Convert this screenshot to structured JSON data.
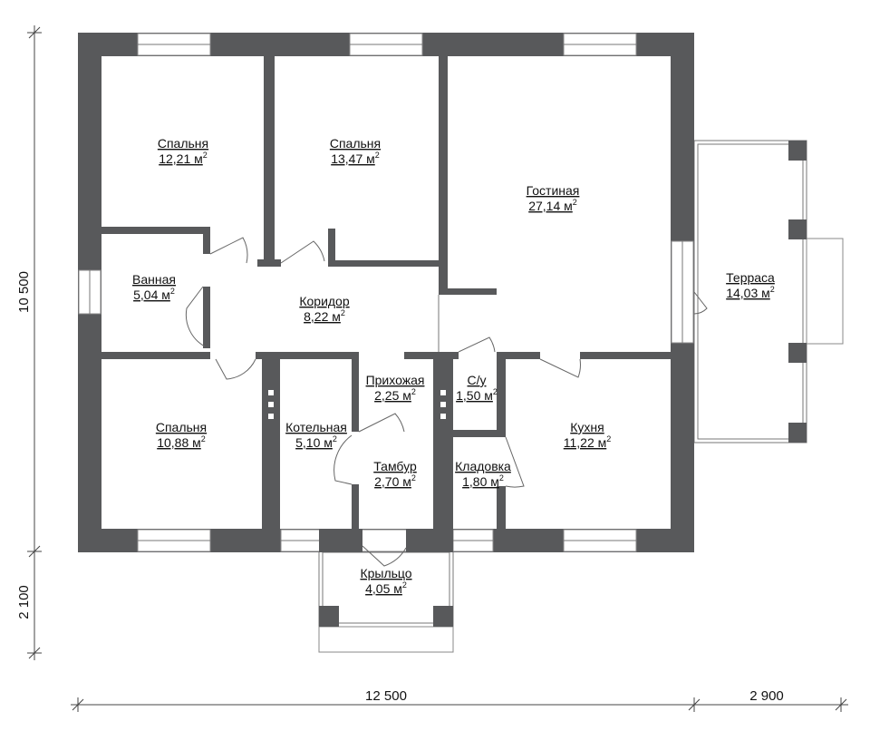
{
  "rooms": [
    {
      "name": "Спальня",
      "area": "12,21 м",
      "sup": "2"
    },
    {
      "name": "Спальня",
      "area": "13,47 м",
      "sup": "2"
    },
    {
      "name": "Гостиная",
      "area": "27,14 м",
      "sup": "2"
    },
    {
      "name": "Терраса",
      "area": "14,03 м",
      "sup": "2"
    },
    {
      "name": "Ванная",
      "area": "5,04 м",
      "sup": "2"
    },
    {
      "name": "Коридор",
      "area": "8,22 м",
      "sup": "2"
    },
    {
      "name": "Прихожая",
      "area": "2,25 м",
      "sup": "2"
    },
    {
      "name": "С/у",
      "area": "1,50 м",
      "sup": "2"
    },
    {
      "name": "Спальня",
      "area": "10,88 м",
      "sup": "2"
    },
    {
      "name": "Котельная",
      "area": "5,10 м",
      "sup": "2"
    },
    {
      "name": "Тамбур",
      "area": "2,70 м",
      "sup": "2"
    },
    {
      "name": "Кладовка",
      "area": "1,80 м",
      "sup": "2"
    },
    {
      "name": "Кухня",
      "area": "11,22 м",
      "sup": "2"
    },
    {
      "name": "Крыльцо",
      "area": "4,05 м",
      "sup": "2"
    }
  ],
  "dimensions": {
    "height_main": "10 500",
    "height_porch": "2 100",
    "width_main": "12 500",
    "width_terrace": "2 900"
  }
}
